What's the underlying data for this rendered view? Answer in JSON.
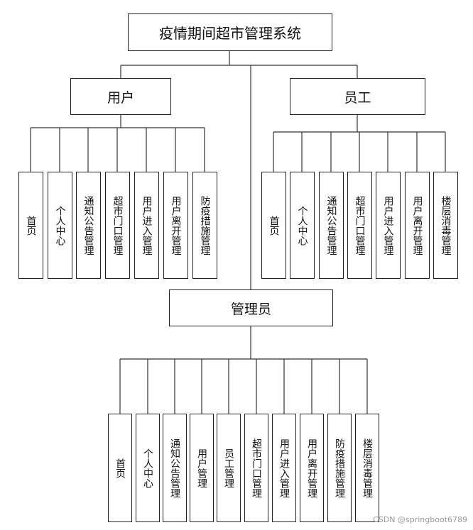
{
  "title": "疫情期间超市管理系统",
  "groups": [
    {
      "label": "用户",
      "modules": [
        "首页",
        "个人中心",
        "通知公告管理",
        "超市门口管理",
        "用户进入管理",
        "用户离开管理",
        "防疫措施管理"
      ]
    },
    {
      "label": "员工",
      "modules": [
        "首页",
        "个人中心",
        "通知公告管理",
        "超市门口管理",
        "用户进入管理",
        "用户离开管理",
        "楼层消毒管理"
      ]
    },
    {
      "label": "管理员",
      "modules": [
        "首页",
        "个人中心",
        "通知公告管理",
        "用户管理",
        "员工管理",
        "超市门口管理",
        "用户进入管理",
        "用户离开管理",
        "防疫措施管理",
        "楼层消毒管理"
      ]
    }
  ],
  "watermark": "CSDN @springboot6789"
}
